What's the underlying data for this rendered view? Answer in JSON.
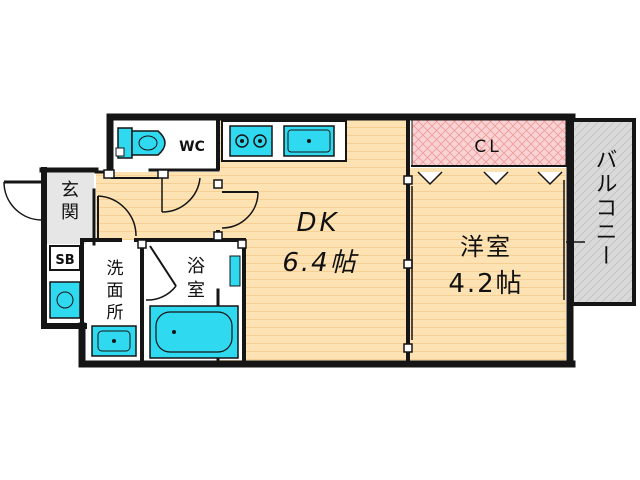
{
  "rooms": {
    "dk": {
      "name": "DK",
      "size": "6.4帖"
    },
    "western": {
      "name": "洋室",
      "size": "4.2帖"
    },
    "closet": {
      "label": "CL"
    },
    "wc": {
      "label": "WC"
    },
    "genkan": {
      "line1": "玄",
      "line2": "関"
    },
    "shoebox": {
      "label": "SB"
    },
    "washroom": {
      "line1": "洗",
      "line2": "面",
      "line3": "所"
    },
    "bath": {
      "line1": "浴",
      "line2": "室"
    },
    "balcony": {
      "label": "バルコニー"
    }
  },
  "colors": {
    "wall": "#151515",
    "floor_wood": "#fde2b4",
    "floor_lines": "#fbd49a",
    "closet_fill": "#f9d3d3",
    "closet_hatch": "#ef9a9a",
    "fixture_cyan": "#2fd9ef",
    "balcony_gray": "#dadada",
    "wet_floor": "#ffffff"
  }
}
